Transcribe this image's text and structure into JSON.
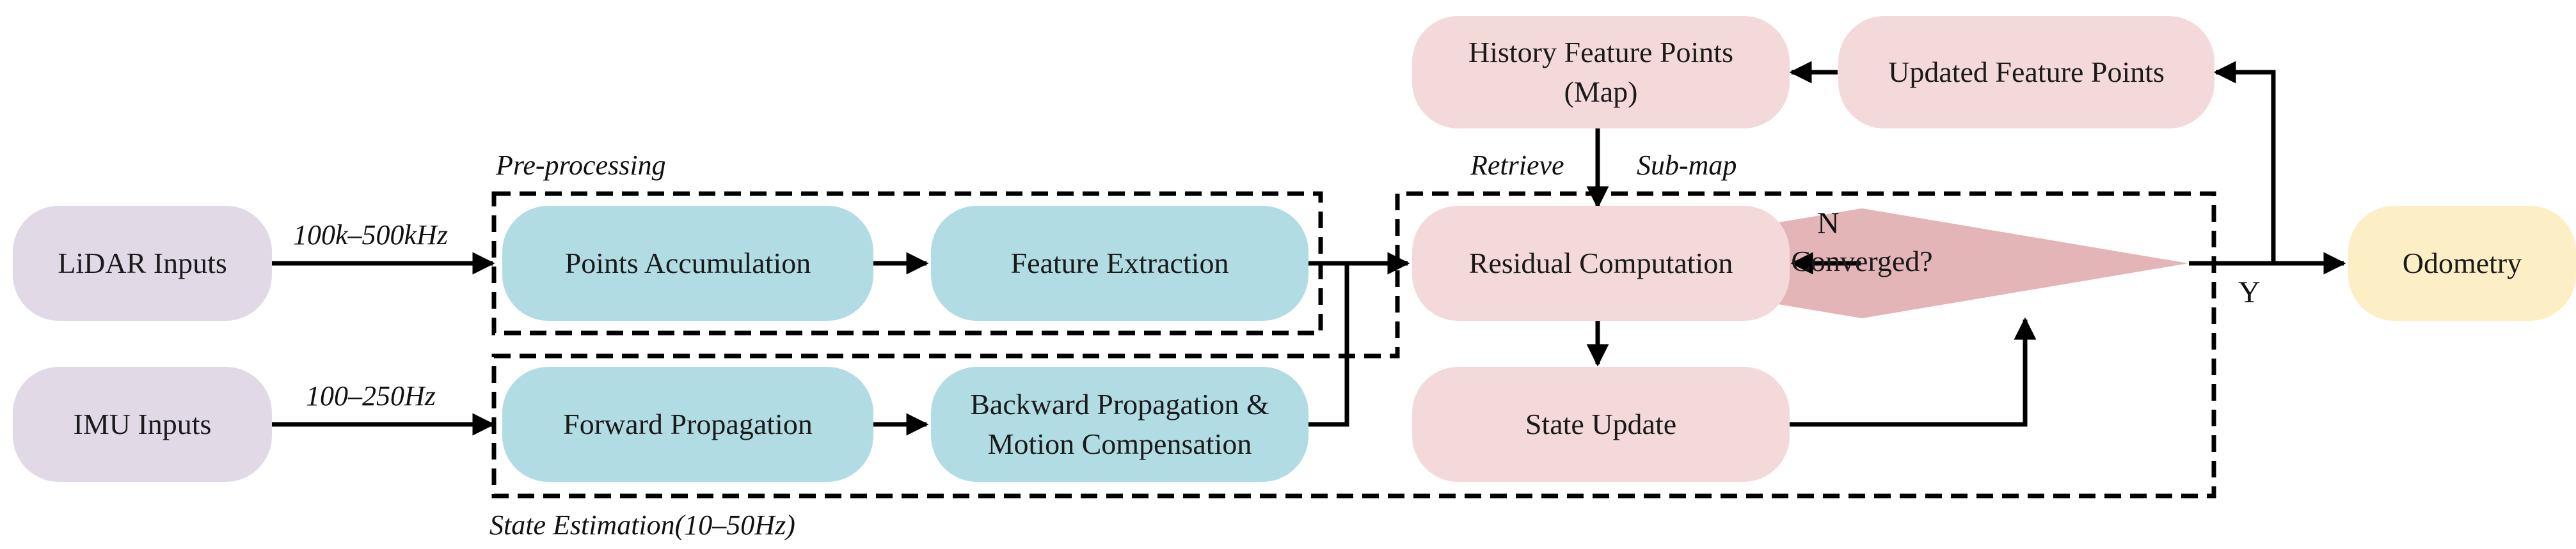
{
  "nodes": {
    "lidar_inputs": "LiDAR Inputs",
    "imu_inputs": "IMU Inputs",
    "points_accumulation": "Points Accumulation",
    "feature_extraction": "Feature Extraction",
    "forward_propagation": "Forward Propagation",
    "backward_propagation": "Backward Propagation &\nMotion Compensation",
    "residual_computation": "Residual Computation",
    "state_update": "State Update",
    "converged": "Converged?",
    "history_feature_points": "History Feature Points\n(Map)",
    "updated_feature_points": "Updated Feature Points",
    "odometry": "Odometry"
  },
  "labels": {
    "lidar_rate": "100k–500kHz",
    "imu_rate": "100–250Hz",
    "preprocessing": "Pre-processing",
    "state_estimation": "State Estimation(10–50Hz)",
    "retrieve": "Retrieve",
    "submap": "Sub-map",
    "no": "N",
    "yes": "Y"
  },
  "colors": {
    "input_fill": "#e2d9e7",
    "process_fill": "#b1dce4",
    "estimation_fill": "#f4d9da",
    "diamond_fill": "#e4b5b6",
    "output_fill": "#fdefc5"
  }
}
